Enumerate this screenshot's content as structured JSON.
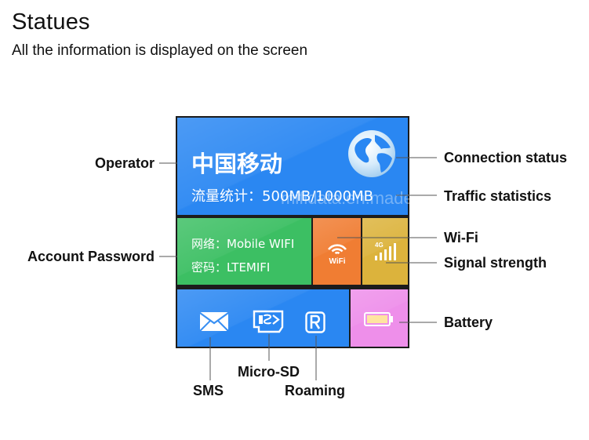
{
  "header": {
    "title": "Statues",
    "subtitle": "All the information is displayed on the screen"
  },
  "screen": {
    "operator_name": "中国移动",
    "traffic_text": "流量统计：500MB/1000MB",
    "wifi_name_line": "网络：Mobile WIFI",
    "password_line": "密码：LTEMIFI",
    "wifi_icon_text": "WiFi",
    "signal_icon_text": "4G",
    "watermark": "mifidata.en.made-in-china.com"
  },
  "callouts": {
    "operator": "Operator",
    "account_password": "Account Password",
    "connection_status": "Connection status",
    "traffic_statistics": "Traffic statistics",
    "wifi": "Wi-Fi",
    "signal_strength": "Signal strength",
    "battery": "Battery",
    "sms": "SMS",
    "micro_sd": "Micro-SD",
    "roaming": "Roaming"
  },
  "colors": {
    "blue_tile": "#2a87f2",
    "green_tile": "#3cbf63",
    "orange_tile": "#f07d33",
    "yellow_tile": "#dcb33c",
    "pink_tile": "#ee8fea",
    "screen_border": "#1c1c1c"
  },
  "icons": [
    "globe-icon",
    "wifi-icon",
    "signal-icon",
    "envelope-icon",
    "sd-card-icon",
    "roaming-icon",
    "battery-icon"
  ]
}
